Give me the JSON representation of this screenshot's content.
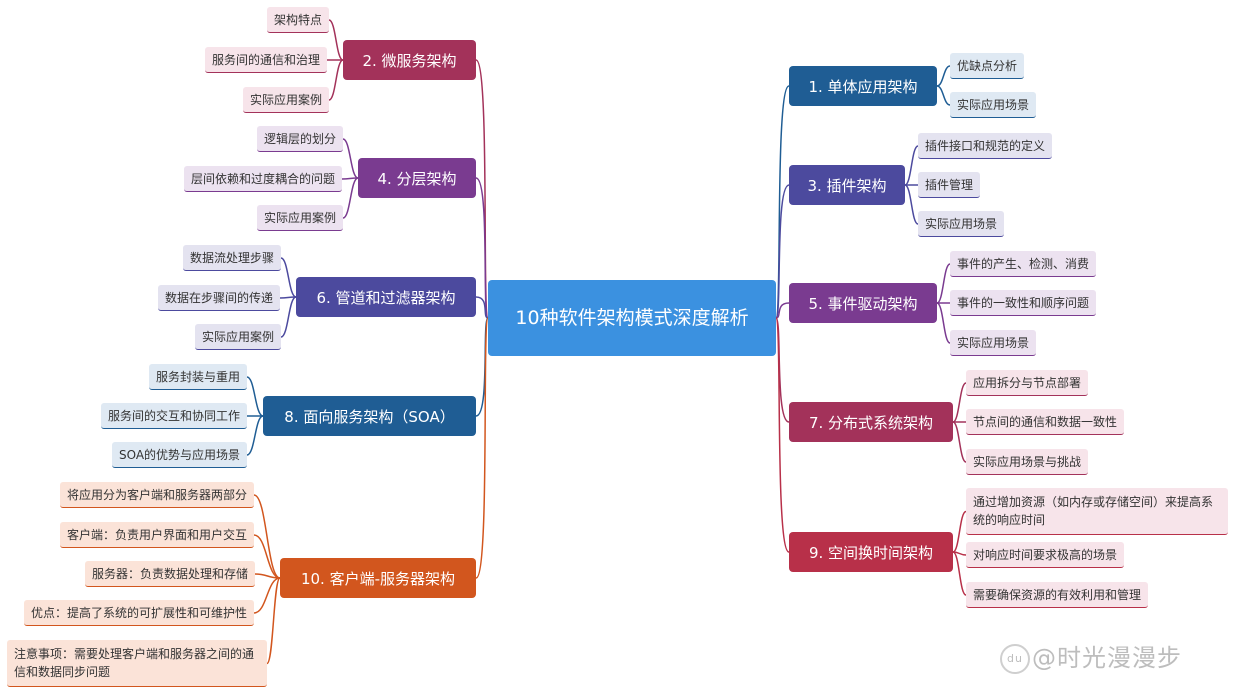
{
  "root": {
    "label": "10种软件架构模式深度解析"
  },
  "colors": {
    "root": "#3b91e0",
    "microservice": "#a3325a",
    "layered": "#7a3b90",
    "pipe": "#4c4a9e",
    "soa": "#1f5d94",
    "cs": "#d2561e",
    "monolith": "#1f5d94",
    "plugin": "#4c4a9e",
    "event": "#7a3b90",
    "distributed": "#a3325a",
    "spacetime": "#b83049",
    "leaf_pink": "#f7e4ea",
    "leaf_lilac": "#ece2f0",
    "leaf_slate": "#e4e3f0",
    "leaf_blue": "#dfe9f3",
    "leaf_salmon": "#fbe3d8"
  },
  "left": [
    {
      "id": "microservice",
      "label": "2. 微服务架构",
      "children": [
        "架构特点",
        "服务间的通信和治理",
        "实际应用案例"
      ]
    },
    {
      "id": "layered",
      "label": "4. 分层架构",
      "children": [
        "逻辑层的划分",
        "层间依赖和过度耦合的问题",
        "实际应用案例"
      ]
    },
    {
      "id": "pipe",
      "label": "6. 管道和过滤器架构",
      "children": [
        "数据流处理步骤",
        "数据在步骤间的传递",
        "实际应用案例"
      ]
    },
    {
      "id": "soa",
      "label": "8. 面向服务架构（SOA）",
      "children": [
        "服务封装与重用",
        "服务间的交互和协同工作",
        "SOA的优势与应用场景"
      ]
    },
    {
      "id": "cs",
      "label": "10. 客户端-服务器架构",
      "children": [
        "将应用分为客户端和服务器两部分",
        "客户端：负责用户界面和用户交互",
        "服务器：负责数据处理和存储",
        "优点：提高了系统的可扩展性和可维护性",
        "注意事项：需要处理客户端和服务器之间的通信和数据同步问题"
      ]
    }
  ],
  "right": [
    {
      "id": "monolith",
      "label": "1. 单体应用架构",
      "children": [
        "优缺点分析",
        "实际应用场景"
      ]
    },
    {
      "id": "plugin",
      "label": "3. 插件架构",
      "children": [
        "插件接口和规范的定义",
        "插件管理",
        "实际应用场景"
      ]
    },
    {
      "id": "event",
      "label": "5. 事件驱动架构",
      "children": [
        "事件的产生、检测、消费",
        "事件的一致性和顺序问题",
        "实际应用场景"
      ]
    },
    {
      "id": "distributed",
      "label": "7. 分布式系统架构",
      "children": [
        "应用拆分与节点部署",
        "节点间的通信和数据一致性",
        "实际应用场景与挑战"
      ]
    },
    {
      "id": "spacetime",
      "label": "9. 空间换时间架构",
      "children": [
        "通过增加资源（如内存或存储空间）来提高系统的响应时间",
        "对响应时间要求极高的场景",
        "需要确保资源的有效利用和管理"
      ]
    }
  ],
  "watermark": {
    "logo": "du",
    "text": "@时光漫漫步"
  }
}
